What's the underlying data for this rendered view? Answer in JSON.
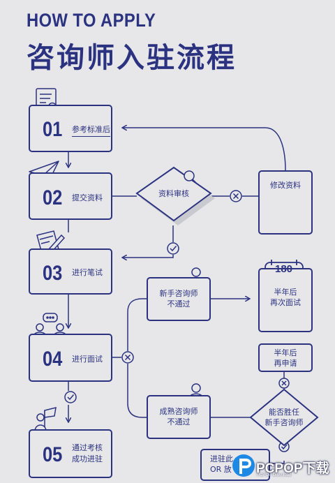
{
  "header": {
    "title_en": "HOW TO APPLY",
    "title_cn": "咨询师入驻流程"
  },
  "steps": [
    {
      "num": "01",
      "label": "参考标准后"
    },
    {
      "num": "02",
      "label": "提交资料"
    },
    {
      "num": "03",
      "label": "进行笔试"
    },
    {
      "num": "04",
      "label": "进行面试"
    },
    {
      "num": "05",
      "label": "通过考核\n成功进驻"
    }
  ],
  "review": {
    "label": "资料审核"
  },
  "modify": {
    "label": "修改资料"
  },
  "fail_new": {
    "label": "新手咨询师\n不通过"
  },
  "fail_mature": {
    "label": "成熟咨询师\n不通过"
  },
  "retest_half_year": {
    "label": "半年后\n再次面试",
    "badge": "180"
  },
  "reapply_half_year": {
    "label": "半年后\n再申请"
  },
  "capable": {
    "label": "能否胜任\n新手咨询师"
  },
  "exit_box": {
    "label": "进驻此\nOR 放"
  },
  "watermark": {
    "brand": "PCPOP下载",
    "sub": "PCPOP Download"
  },
  "colors": {
    "ink": "#2b3280",
    "background": "#e7e7ea",
    "watermark_blue": "#1e88e5"
  }
}
